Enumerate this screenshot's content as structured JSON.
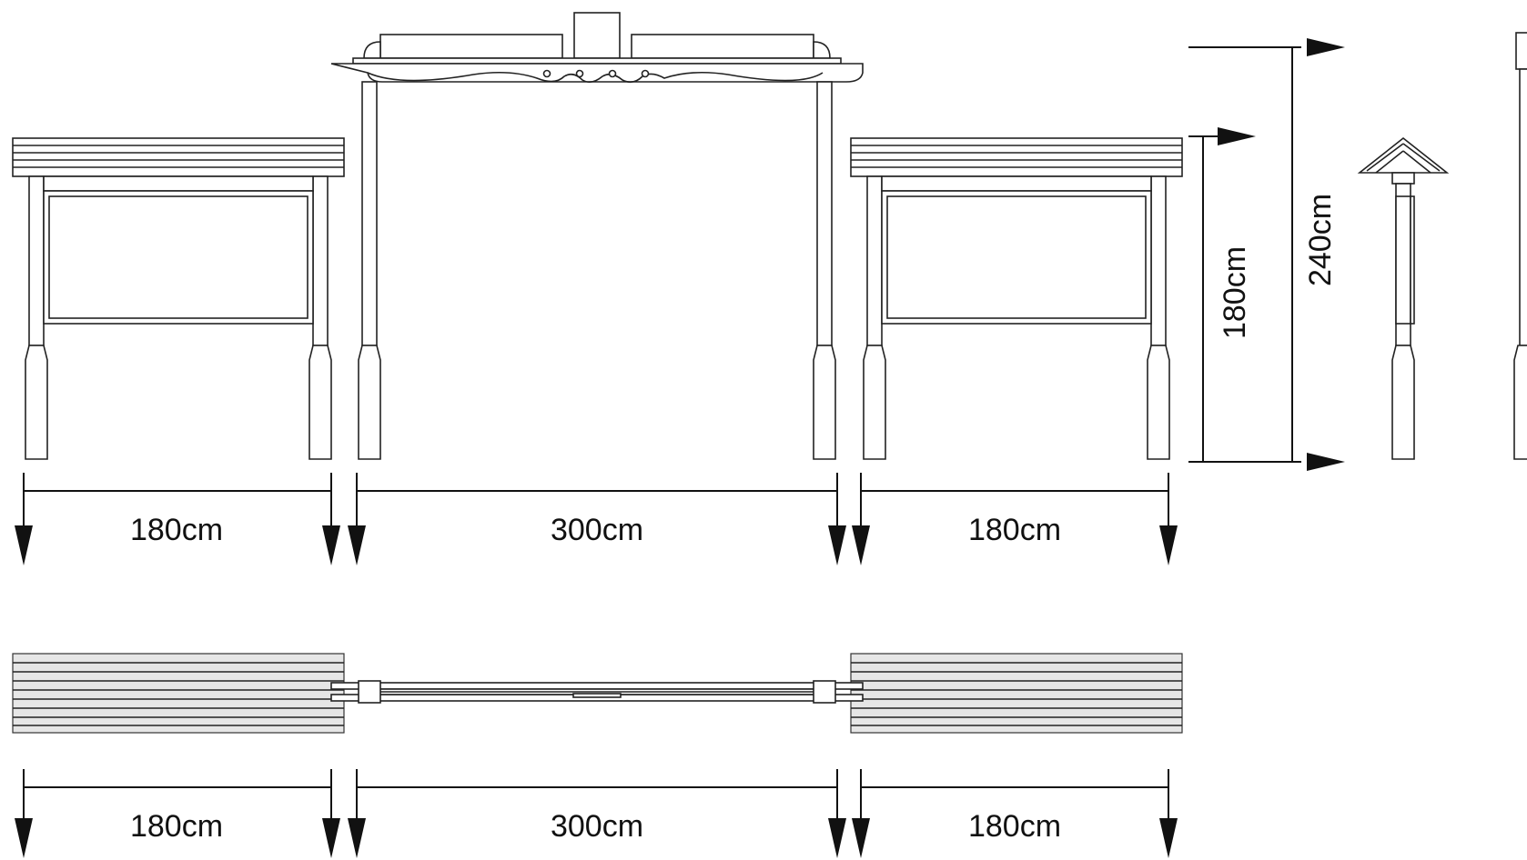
{
  "dimensions": {
    "front_left_width": "180cm",
    "front_center_width": "300cm",
    "front_right_width": "180cm",
    "board_height": "180cm",
    "arch_height": "240cm",
    "plan_left_width": "180cm",
    "plan_center_width": "300cm",
    "plan_right_width": "180cm"
  },
  "colors": {
    "line": "#222222",
    "plank_fill": "#e6e6e6",
    "background": "#ffffff"
  }
}
